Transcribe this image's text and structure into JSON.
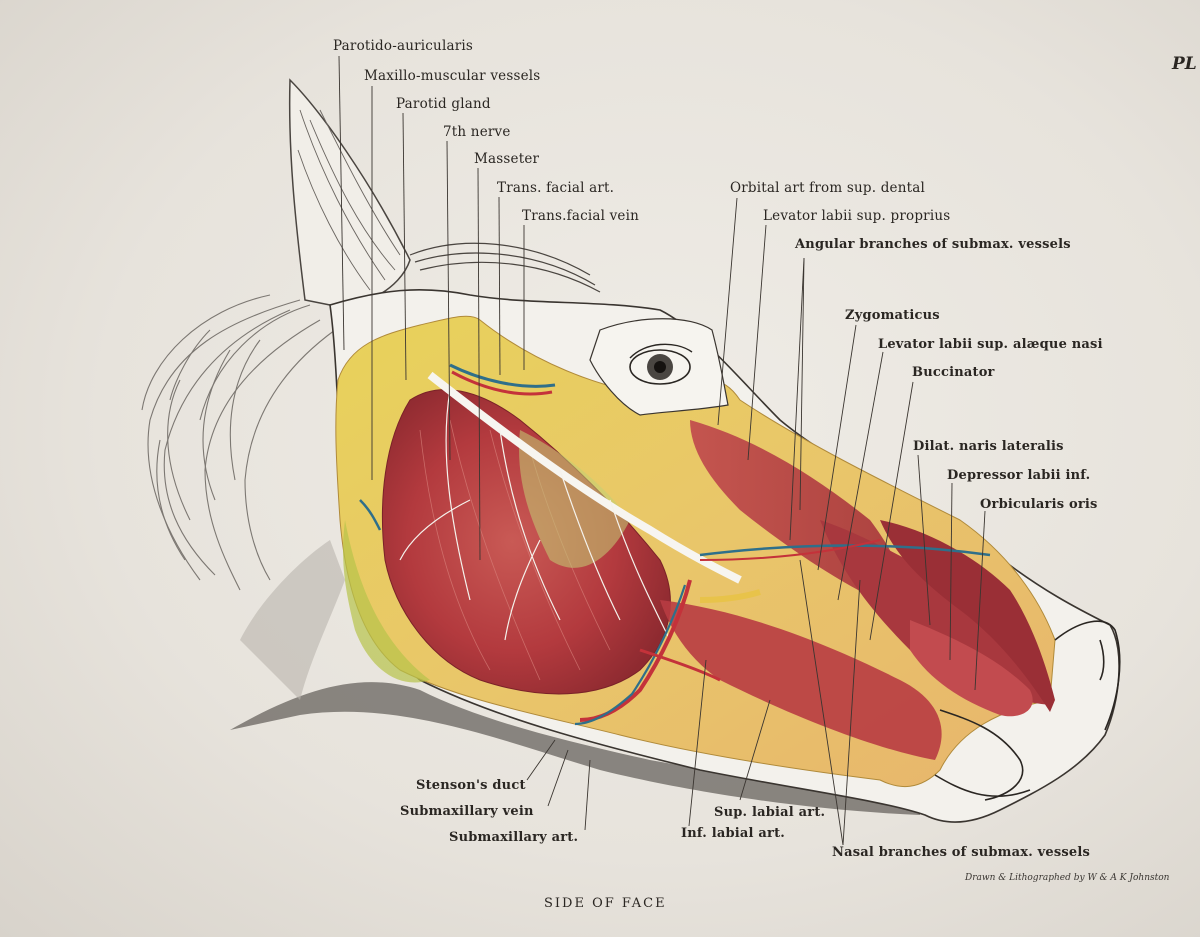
{
  "plate_number": "PL",
  "caption": "SIDE OF FACE",
  "credit": "Drawn & Lithographed by W & A K Johnston",
  "labels": {
    "parotido_auricularis": "Parotido-auricularis",
    "maxillo_muscular_vessels": "Maxillo-muscular vessels",
    "parotid_gland": "Parotid gland",
    "seventh_nerve": "7th nerve",
    "masseter": "Masseter",
    "trans_facial_art": "Trans. facial art.",
    "trans_facial_vein": "Trans.facial vein",
    "orbital_art": "Orbital art  from sup. dental",
    "levator_labii_sup_proprius": "Levator labii sup. proprius",
    "angular_branches": "Angular branches of submax. vessels",
    "zygomaticus": "Zygomaticus",
    "levator_labii_alaeque": "Levator labii sup. alæque nasi",
    "buccinator": "Buccinator",
    "dilat_naris": "Dilat. naris lateralis",
    "depressor_labii": "Depressor labii inf.",
    "orbicularis_oris": "Orbicularis oris",
    "stensons_duct": "Stenson's duct",
    "submaxillary_vein": "Submaxillary vein",
    "submaxillary_art": "Submaxillary art.",
    "inf_labial_art": "Inf. labial art.",
    "sup_labial_art": "Sup. labial art.",
    "nasal_branches": "Nasal branches of submax. vessels"
  }
}
